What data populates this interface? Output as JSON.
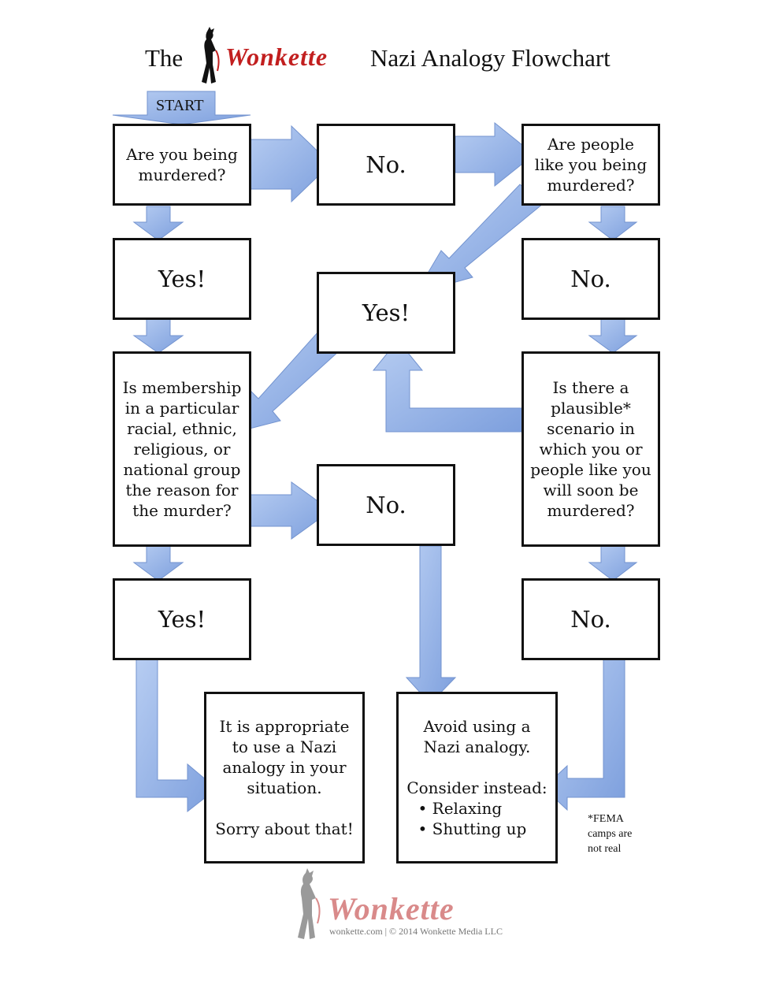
{
  "header": {
    "title_prefix": "The",
    "brand": "Wonkette",
    "title_suffix": "Nazi Analogy Flowchart"
  },
  "start_label": "START",
  "nodes": {
    "q_being_murdered": "Are you being\nmurdered?",
    "no_1": "No.",
    "q_people_like_you": "Are people\nlike you being\nmurdered?",
    "yes_1": "Yes!",
    "yes_middle": "Yes!",
    "no_2": "No.",
    "q_membership": "Is membership\nin a particular\nracial, ethnic,\nreligious, or\nnational group\nthe reason for\nthe murder?",
    "q_plausible": "Is there a\nplausible*\nscenario in\nwhich you or\npeople like you\nwill soon be\nmurdered?",
    "no_middle": "No.",
    "yes_2": "Yes!",
    "no_3": "No.",
    "result_appropriate": "It is appropriate\nto use a Nazi\nanalogy in your\nsituation.\n\nSorry about that!",
    "result_avoid_heading": "Avoid using a\nNazi analogy.",
    "result_avoid_consider": "Consider instead:",
    "result_avoid_items": [
      "• Relaxing",
      "• Shutting up"
    ]
  },
  "footnote": "*FEMA\ncamps are\nnot real",
  "footer": {
    "brand": "Wonkette",
    "credit": "wonkette.com  | © 2014 Wonkette Media LLC"
  },
  "colors": {
    "arrow_fill": "#93b1e6",
    "arrow_stroke": "#6f8fcc",
    "brand_red": "#c21f1f",
    "footer_brand": "#d98a8a"
  }
}
